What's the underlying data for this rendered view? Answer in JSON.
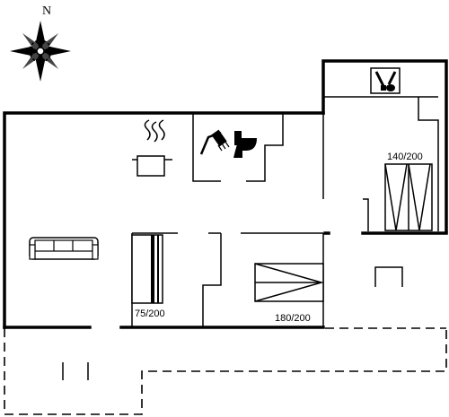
{
  "compass": {
    "label": "N"
  },
  "rooms": {
    "bed_single_label": "75/200",
    "bed_double_label": "180/200",
    "bed_upper_label": "140/200"
  },
  "icons": {
    "compass": "compass-rose-icon",
    "kitchen": "cooking-pot-icon",
    "bathroom_shower": "shower-icon",
    "bathroom_toilet": "toilet-icon",
    "utility": "utility-room-icon",
    "sofa": "sofa-icon"
  },
  "colors": {
    "line": "#000000",
    "background": "#ffffff"
  }
}
